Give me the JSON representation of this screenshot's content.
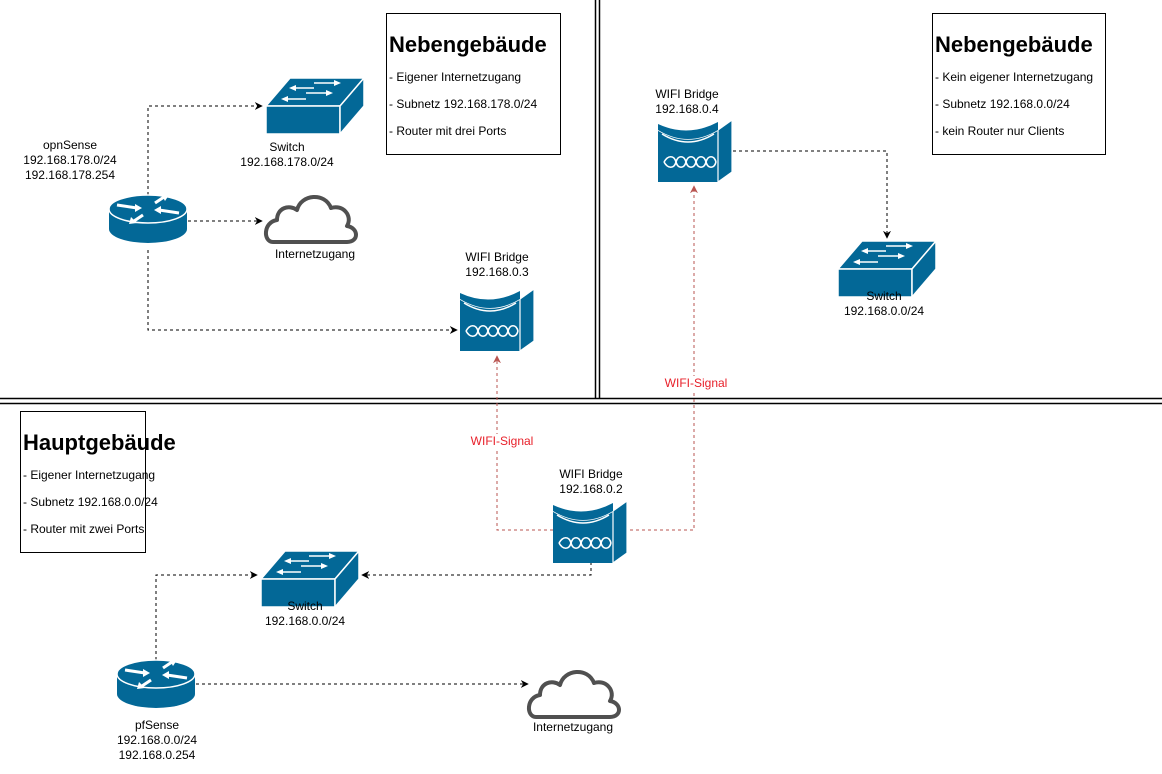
{
  "colors": {
    "device": "#036897",
    "link": "#000000",
    "wifi_link": "#b85450",
    "wifi_label": "#e8202a",
    "cloud": "#505050"
  },
  "regions": {
    "nebengebaeude_1": {
      "title": "Nebengebäude",
      "items": [
        "- Eigener Internetzugang",
        "- Subnetz 192.168.178.0/24",
        "- Router mit drei Ports"
      ],
      "router": {
        "name": "opnSense",
        "subnet": "192.168.178.0/24",
        "ip": "192.168.178.254"
      },
      "switch": {
        "name": "Switch",
        "subnet": "192.168.178.0/24"
      },
      "internet": {
        "name": "Internetzugang"
      },
      "bridge": {
        "name": "WIFI Bridge",
        "ip": "192.168.0.3"
      }
    },
    "nebengebaeude_2": {
      "title": "Nebengebäude",
      "items": [
        "- Kein eigener Internetzugang",
        "- Subnetz 192.168.0.0/24",
        "- kein Router nur Clients"
      ],
      "bridge": {
        "name": "WIFI Bridge",
        "ip": "192.168.0.4"
      },
      "switch": {
        "name": "Switch",
        "subnet": "192.168.0.0/24"
      }
    },
    "hauptgebaeude": {
      "title": "Hauptgebäude",
      "items": [
        "- Eigener Internetzugang",
        "- Subnetz 192.168.0.0/24",
        "- Router mit zwei Ports"
      ],
      "router": {
        "name": "pfSense",
        "subnet": "192.168.0.0/24",
        "ip": "192.168.0.254"
      },
      "switch": {
        "name": "Switch",
        "subnet": "192.168.0.0/24"
      },
      "internet": {
        "name": "Internetzugang"
      },
      "bridge": {
        "name": "WIFI Bridge",
        "ip": "192.168.0.2"
      }
    }
  },
  "wifi_labels": [
    "WIFI-Signal",
    "WIFI-Signal"
  ]
}
